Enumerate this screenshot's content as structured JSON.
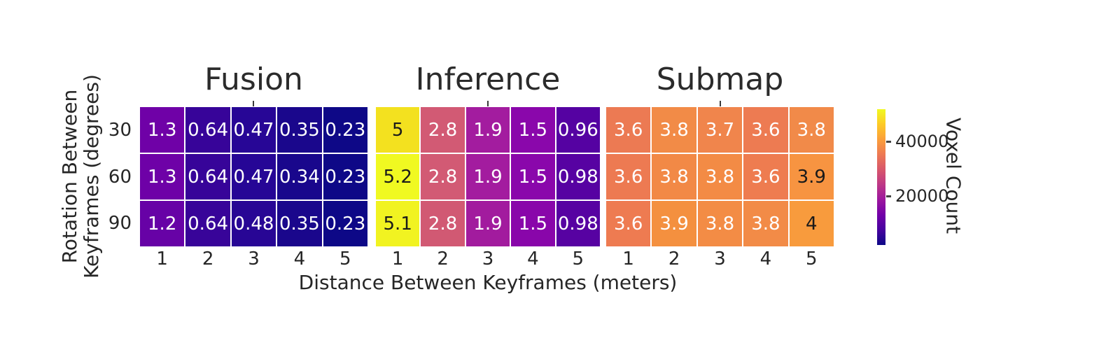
{
  "axes": {
    "xlabel": "Distance Between Keyframes (meters)",
    "ylabel_line1": "Rotation Between",
    "ylabel_line2": "Keyframes (degrees)",
    "y_ticks": [
      "30",
      "60",
      "90"
    ],
    "x_ticks": [
      "1",
      "2",
      "3",
      "4",
      "5"
    ]
  },
  "colorbar": {
    "label": "Voxel Count",
    "ticks": [
      {
        "label": "40000",
        "value": 40000,
        "y": 202
      },
      {
        "label": "20000",
        "value": 20000,
        "y": 280
      }
    ],
    "colormap": "plasma",
    "approx_value_range": [
      2300,
      52000
    ]
  },
  "chart_data": {
    "type": "heatmap",
    "x_categories": [
      "1",
      "2",
      "3",
      "4",
      "5"
    ],
    "y_categories": [
      "30",
      "60",
      "90"
    ],
    "xlabel": "Distance Between Keyframes (meters)",
    "ylabel": "Rotation Between Keyframes (degrees)",
    "colorbar_label": "Voxel Count",
    "colorbar_tick_values": [
      20000,
      40000
    ],
    "grid": "off",
    "legend_position": "right-colorbar",
    "panels": [
      {
        "title": "Fusion",
        "values": [
          [
            1.3,
            0.64,
            0.47,
            0.35,
            0.23
          ],
          [
            1.3,
            0.64,
            0.47,
            0.34,
            0.23
          ],
          [
            1.2,
            0.64,
            0.48,
            0.35,
            0.23
          ]
        ],
        "cells": [
          {
            "v": "1.3",
            "bg": "#6f01a7",
            "fg": "#ffffff"
          },
          {
            "v": "0.64",
            "bg": "#370499",
            "fg": "#ffffff"
          },
          {
            "v": "0.47",
            "bg": "#270696",
            "fg": "#ffffff"
          },
          {
            "v": "0.35",
            "bg": "#1a078c",
            "fg": "#ffffff"
          },
          {
            "v": "0.23",
            "bg": "#0e0887",
            "fg": "#ffffff"
          },
          {
            "v": "1.3",
            "bg": "#6e01a7",
            "fg": "#ffffff"
          },
          {
            "v": "0.64",
            "bg": "#370499",
            "fg": "#ffffff"
          },
          {
            "v": "0.47",
            "bg": "#260696",
            "fg": "#ffffff"
          },
          {
            "v": "0.34",
            "bg": "#19078c",
            "fg": "#ffffff"
          },
          {
            "v": "0.23",
            "bg": "#0e0887",
            "fg": "#ffffff"
          },
          {
            "v": "1.2",
            "bg": "#6702a6",
            "fg": "#ffffff"
          },
          {
            "v": "0.64",
            "bg": "#380499",
            "fg": "#ffffff"
          },
          {
            "v": "0.48",
            "bg": "#280695",
            "fg": "#ffffff"
          },
          {
            "v": "0.35",
            "bg": "#1a078c",
            "fg": "#ffffff"
          },
          {
            "v": "0.23",
            "bg": "#0d0887",
            "fg": "#ffffff"
          }
        ]
      },
      {
        "title": "Inference",
        "values": [
          [
            5,
            2.8,
            1.9,
            1.5,
            0.96
          ],
          [
            5.2,
            2.8,
            1.9,
            1.5,
            0.98
          ],
          [
            5.1,
            2.8,
            1.9,
            1.5,
            0.98
          ]
        ],
        "cells": [
          {
            "v": "5",
            "bg": "#f3e11f",
            "fg": "#1a1a1a"
          },
          {
            "v": "2.8",
            "bg": "#d25a74",
            "fg": "#ffffff"
          },
          {
            "v": "1.9",
            "bg": "#a31c9f",
            "fg": "#ffffff"
          },
          {
            "v": "1.5",
            "bg": "#8a07ab",
            "fg": "#ffffff"
          },
          {
            "v": "0.96",
            "bg": "#5502a2",
            "fg": "#ffffff"
          },
          {
            "v": "5.2",
            "bg": "#f0f921",
            "fg": "#1a1a1a"
          },
          {
            "v": "2.8",
            "bg": "#d25a74",
            "fg": "#ffffff"
          },
          {
            "v": "1.9",
            "bg": "#a31c9f",
            "fg": "#ffffff"
          },
          {
            "v": "1.5",
            "bg": "#8a07ab",
            "fg": "#ffffff"
          },
          {
            "v": "0.98",
            "bg": "#5702a2",
            "fg": "#ffffff"
          },
          {
            "v": "5.1",
            "bg": "#f1f321",
            "fg": "#1a1a1a"
          },
          {
            "v": "2.8",
            "bg": "#d15973",
            "fg": "#ffffff"
          },
          {
            "v": "1.9",
            "bg": "#a21b9e",
            "fg": "#ffffff"
          },
          {
            "v": "1.5",
            "bg": "#8906aa",
            "fg": "#ffffff"
          },
          {
            "v": "0.98",
            "bg": "#5702a2",
            "fg": "#ffffff"
          }
        ]
      },
      {
        "title": "Submap",
        "values": [
          [
            3.6,
            3.8,
            3.7,
            3.6,
            3.8
          ],
          [
            3.6,
            3.8,
            3.8,
            3.6,
            3.9
          ],
          [
            3.6,
            3.9,
            3.8,
            3.8,
            4
          ]
        ],
        "cells": [
          {
            "v": "3.6",
            "bg": "#ec7a53",
            "fg": "#ffffff"
          },
          {
            "v": "3.8",
            "bg": "#f28b47",
            "fg": "#ffffff"
          },
          {
            "v": "3.7",
            "bg": "#f0854c",
            "fg": "#ffffff"
          },
          {
            "v": "3.6",
            "bg": "#ed7b52",
            "fg": "#ffffff"
          },
          {
            "v": "3.8",
            "bg": "#f18a49",
            "fg": "#ffffff"
          },
          {
            "v": "3.6",
            "bg": "#ed7a52",
            "fg": "#ffffff"
          },
          {
            "v": "3.8",
            "bg": "#f28946",
            "fg": "#ffffff"
          },
          {
            "v": "3.8",
            "bg": "#f38b45",
            "fg": "#ffffff"
          },
          {
            "v": "3.6",
            "bg": "#ee7c50",
            "fg": "#ffffff"
          },
          {
            "v": "3.9",
            "bg": "#f79441",
            "fg": "#1a1a1a"
          },
          {
            "v": "3.6",
            "bg": "#ee7b51",
            "fg": "#ffffff"
          },
          {
            "v": "3.9",
            "bg": "#f4903f",
            "fg": "#ffffff"
          },
          {
            "v": "3.8",
            "bg": "#f38c45",
            "fg": "#ffffff"
          },
          {
            "v": "3.8",
            "bg": "#f28b47",
            "fg": "#ffffff"
          },
          {
            "v": "4",
            "bg": "#f89b3d",
            "fg": "#1a1a1a"
          }
        ]
      }
    ]
  },
  "layout_hints": {
    "panel_lefts": [
      200,
      537,
      866
    ],
    "panel_widths": [
      325,
      320,
      325
    ]
  }
}
